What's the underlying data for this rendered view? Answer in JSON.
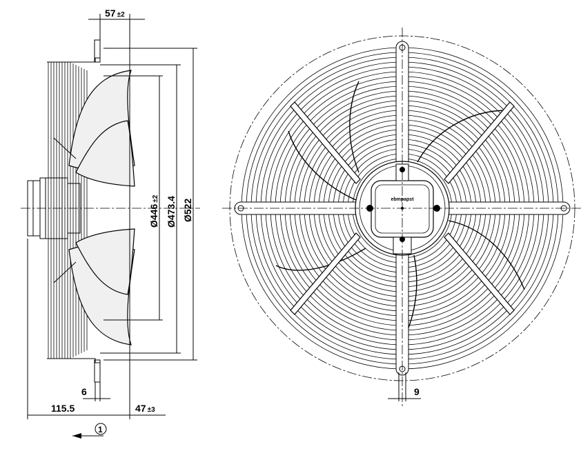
{
  "dimensions": {
    "flange_offset": "57",
    "flange_offset_tol": "±2",
    "dia_1": "Ø446",
    "dia_1_tol": "±2",
    "dia_2": "Ø473.4",
    "dia_3": "Ø522",
    "flange_thickness": "6",
    "overall_depth": "115.5",
    "hub_depth": "47",
    "hub_depth_tol": "±3",
    "foot_width": "9"
  },
  "airflow_marker": "1",
  "brand_label": "ebmpapst"
}
